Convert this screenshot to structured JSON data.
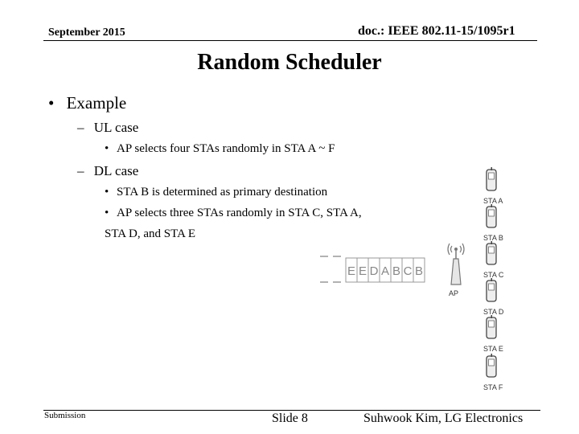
{
  "header": {
    "date": "September 2015",
    "doc": "doc.: IEEE 802.11-15/1095r1"
  },
  "title": "Random Scheduler",
  "bullets": {
    "l1": "Example",
    "ul": "UL case",
    "ul_detail": "AP selects four STAs randomly in STA A ~ F",
    "dl": "DL case",
    "dl_detail_1": "STA B is determined as primary destination",
    "dl_detail_2_line1": "AP selects three STAs randomly in STA C, STA A,",
    "dl_detail_2_line2": "STA D, and STA E"
  },
  "diagram": {
    "queue_cells": [
      "E",
      "E",
      "D",
      "A",
      "B",
      "C",
      "B"
    ],
    "ap_label": "AP",
    "stations": [
      "STA A",
      "STA B",
      "STA C",
      "STA D",
      "STA E",
      "STA F"
    ]
  },
  "footer": {
    "submission": "Submission",
    "slide": "Slide 8",
    "author": "Suhwook Kim, LG Electronics"
  }
}
